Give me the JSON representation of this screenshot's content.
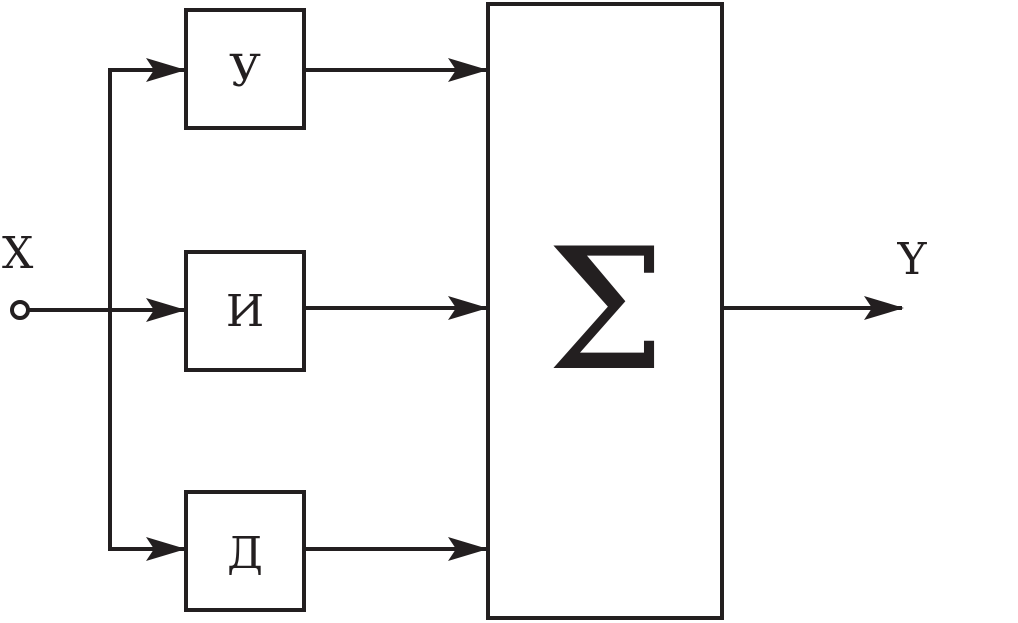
{
  "diagram": {
    "input_label": "X",
    "output_label": "Y",
    "blocks": {
      "proportional": "У",
      "integral": "И",
      "derivative": "Д",
      "summator": "Σ"
    },
    "colors": {
      "stroke": "#231f20",
      "background": "#ffffff"
    }
  }
}
